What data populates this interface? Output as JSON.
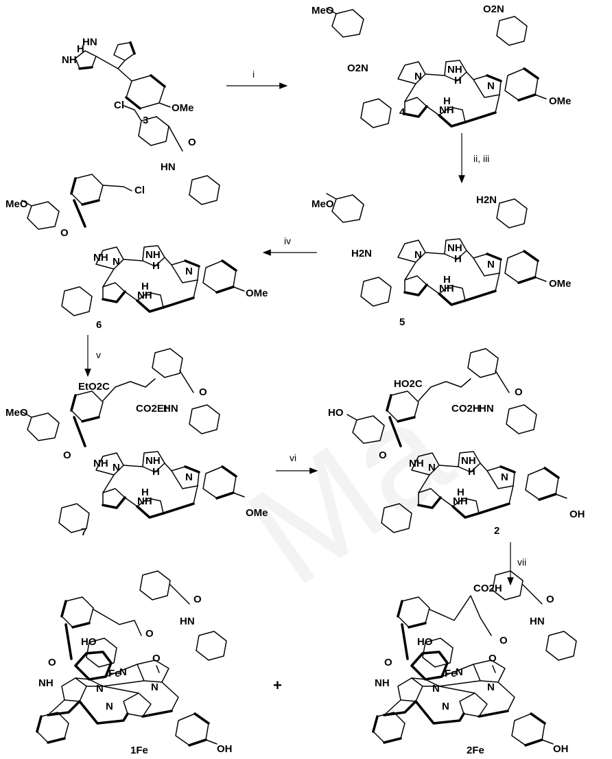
{
  "compounds": {
    "c3": "3",
    "c4": "4",
    "c5": "5",
    "c6": "6",
    "c7": "7",
    "c2": "2",
    "c1fe": "1Fe",
    "c2fe": "2Fe"
  },
  "conditions": {
    "i": "i",
    "ii_iii": "ii, iii",
    "iv": "iv",
    "v": "v",
    "vi": "vi",
    "vii": "vii"
  },
  "plus": "+",
  "labels": {
    "HN": "HN",
    "NH": "NH",
    "N": "N",
    "H": "H",
    "Fe": "Fe",
    "OMe": "OMe",
    "MeO": "MeO",
    "HO": "HO",
    "OH": "OH",
    "NO2": "O2N",
    "NO2b": "O2N",
    "H2N": "H2N",
    "Cl": "Cl",
    "O": "O",
    "EtO2C": "EtO2C",
    "CO2Et": "CO2Et",
    "HO2C": "HO2C",
    "CO2H": "CO2H"
  },
  "watermark": "Ma"
}
